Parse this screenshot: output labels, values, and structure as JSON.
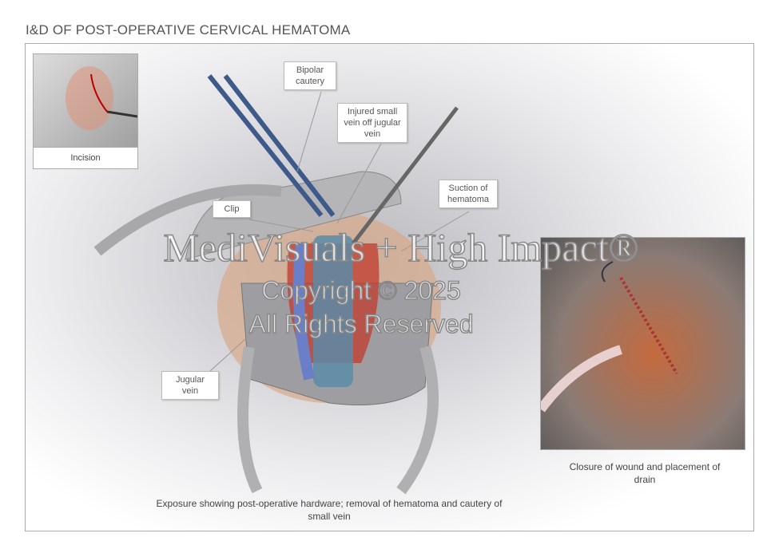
{
  "title": "I&D OF POST-OPERATIVE CERVICAL HEMATOMA",
  "labels": {
    "bipolar": "Bipolar cautery",
    "injured": "Injured small vein off jugular vein",
    "suction": "Suction of hematoma",
    "clip": "Clip",
    "jugular": "Jugular vein"
  },
  "insets": {
    "incision": "Incision",
    "closure": "Closure of wound and placement of drain"
  },
  "main_caption": "Exposure showing post-operative hardware; removal of hematoma and cautery of small vein",
  "watermark": {
    "line1": "MediVisuals + High Impact®",
    "line2": "Copyright © 2025",
    "line3": "All Rights Reserved"
  }
}
